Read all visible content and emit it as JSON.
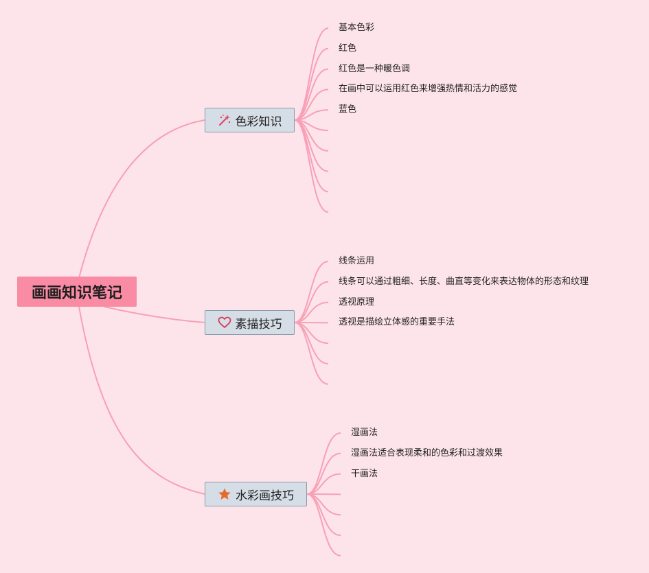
{
  "root": {
    "label": "画画知识笔记"
  },
  "branches": [
    {
      "label": "色彩知识",
      "icon": "magic-wand-icon",
      "leaves": [
        "基本色彩",
        "红色",
        "红色是一种暖色调",
        "在画中可以运用红色来增强热情和活力的感觉",
        "蓝色",
        "",
        "",
        "",
        "",
        ""
      ]
    },
    {
      "label": "素描技巧",
      "icon": "heart-icon",
      "leaves": [
        "线条运用",
        "线条可以通过粗细、长度、曲直等变化来表达物体的形态和纹理",
        "透视原理",
        "透视是描绘立体感的重要手法",
        "",
        "",
        ""
      ]
    },
    {
      "label": "水彩画技巧",
      "icon": "star-icon",
      "leaves": [
        "湿画法",
        "湿画法适合表现柔和的色彩和过渡效果",
        "干画法",
        "",
        "",
        "",
        ""
      ]
    }
  ],
  "colors": {
    "background": "#fde4ea",
    "root_fill": "#f98ba4",
    "branch_fill": "#d5dde6",
    "branch_border": "#8c9aa7",
    "connector": "#f7a0b6",
    "icon_magic": "#e0435f",
    "icon_heart": "#d93b55",
    "icon_star": "#e66a2a"
  }
}
